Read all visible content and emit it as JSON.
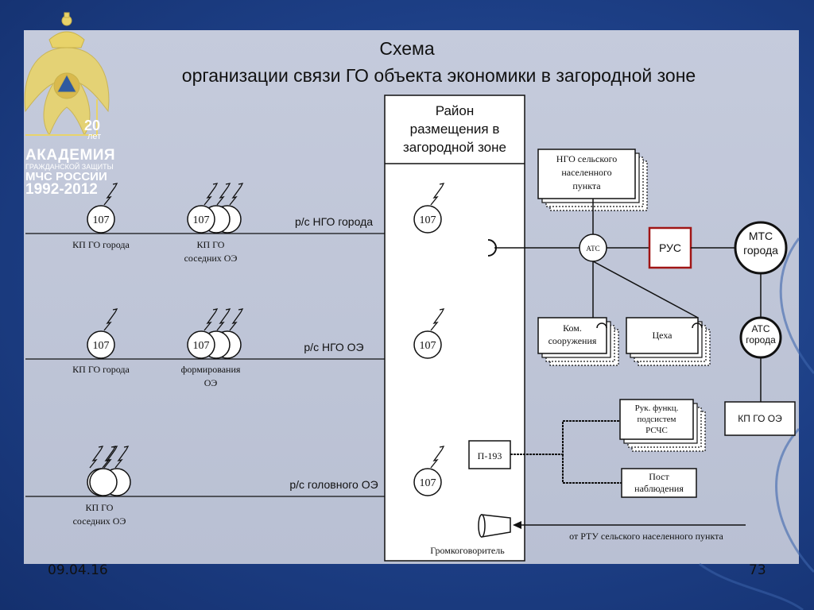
{
  "title": {
    "line1": "Схема",
    "line2": "организации связи ГО объекта экономики в загородной зоне"
  },
  "logo": {
    "years_num": "20",
    "years_word": "лет",
    "line1": "АКАДЕМИЯ",
    "line2": "ГРАЖДАНСКОЙ ЗАЩИТЫ",
    "line3": "МЧС РОССИИ",
    "line4": "1992-2012"
  },
  "zone": {
    "title": [
      "Район",
      "размещения в",
      "загородной зоне"
    ]
  },
  "radio_code": "107",
  "rows": [
    {
      "left_label": [
        "КП ГО города"
      ],
      "mid_label": [
        "КП ГО",
        "соседних ОЭ"
      ],
      "line_label": "р/с НГО города"
    },
    {
      "left_label": [
        "КП ГО города"
      ],
      "mid_label": [
        "формирования",
        "ОЭ"
      ],
      "line_label": "р/с НГО ОЭ"
    },
    {
      "left_label": [
        "КП ГО",
        "соседних ОЭ"
      ],
      "line_label": "р/с головного ОЭ"
    }
  ],
  "boxes": {
    "ngo_village": [
      "НГО сельского",
      "населенного",
      "пункта"
    ],
    "ats": "АТС",
    "rus": "РУС",
    "mts_city": [
      "МТС",
      "города"
    ],
    "kom": [
      "Ком.",
      "сооружения"
    ],
    "ceha": "Цеха",
    "ats_city": [
      "АТС",
      "города"
    ],
    "kp_go_oe": "КП ГО ОЭ",
    "ruk_func": [
      "Рук. функц.",
      "подсистем",
      "РСЧС"
    ],
    "p193": "П-193",
    "post": [
      "Пост",
      "наблюдения"
    ],
    "speaker": "Громкоговоритель",
    "rtu": "от РТУ сельского населенного пункта"
  },
  "footer": {
    "date": "09.04.16",
    "page": "73"
  },
  "colors": {
    "panel": "#bfc6d8",
    "background": "#1d3f86",
    "rus_border": "#a01515",
    "logo_gold": "#e8d36a"
  }
}
